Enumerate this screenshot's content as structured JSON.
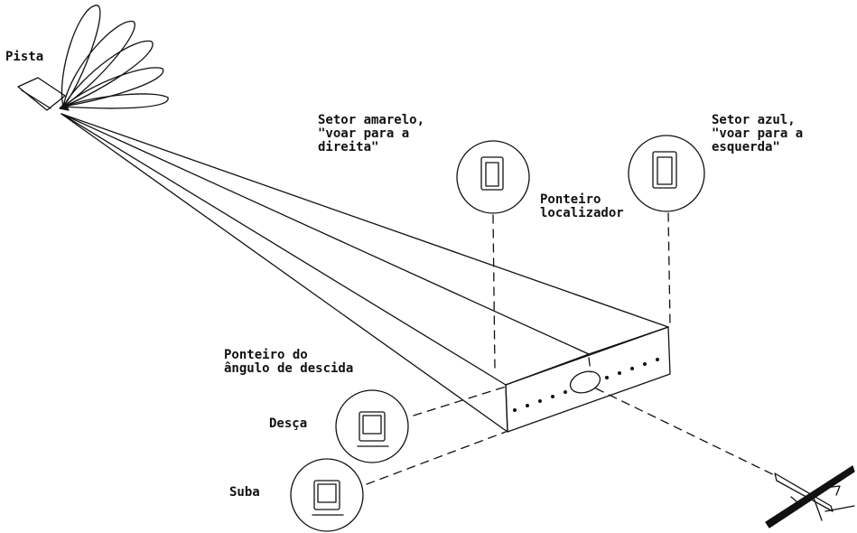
{
  "labels": {
    "runway": "Pista",
    "yellow_sector": "Setor amarelo,\n\"voar para a\ndireita\"",
    "blue_sector": "Setor azul,\n\"voar para a\nesquerda\"",
    "localizer_pointer": "Ponteiro\nlocalizador",
    "glide_pointer": "Ponteiro do\nângulo de descida",
    "descend": "Desça",
    "climb": "Suba"
  },
  "colors": {
    "ink": "#111111",
    "background": "#ffffff"
  }
}
